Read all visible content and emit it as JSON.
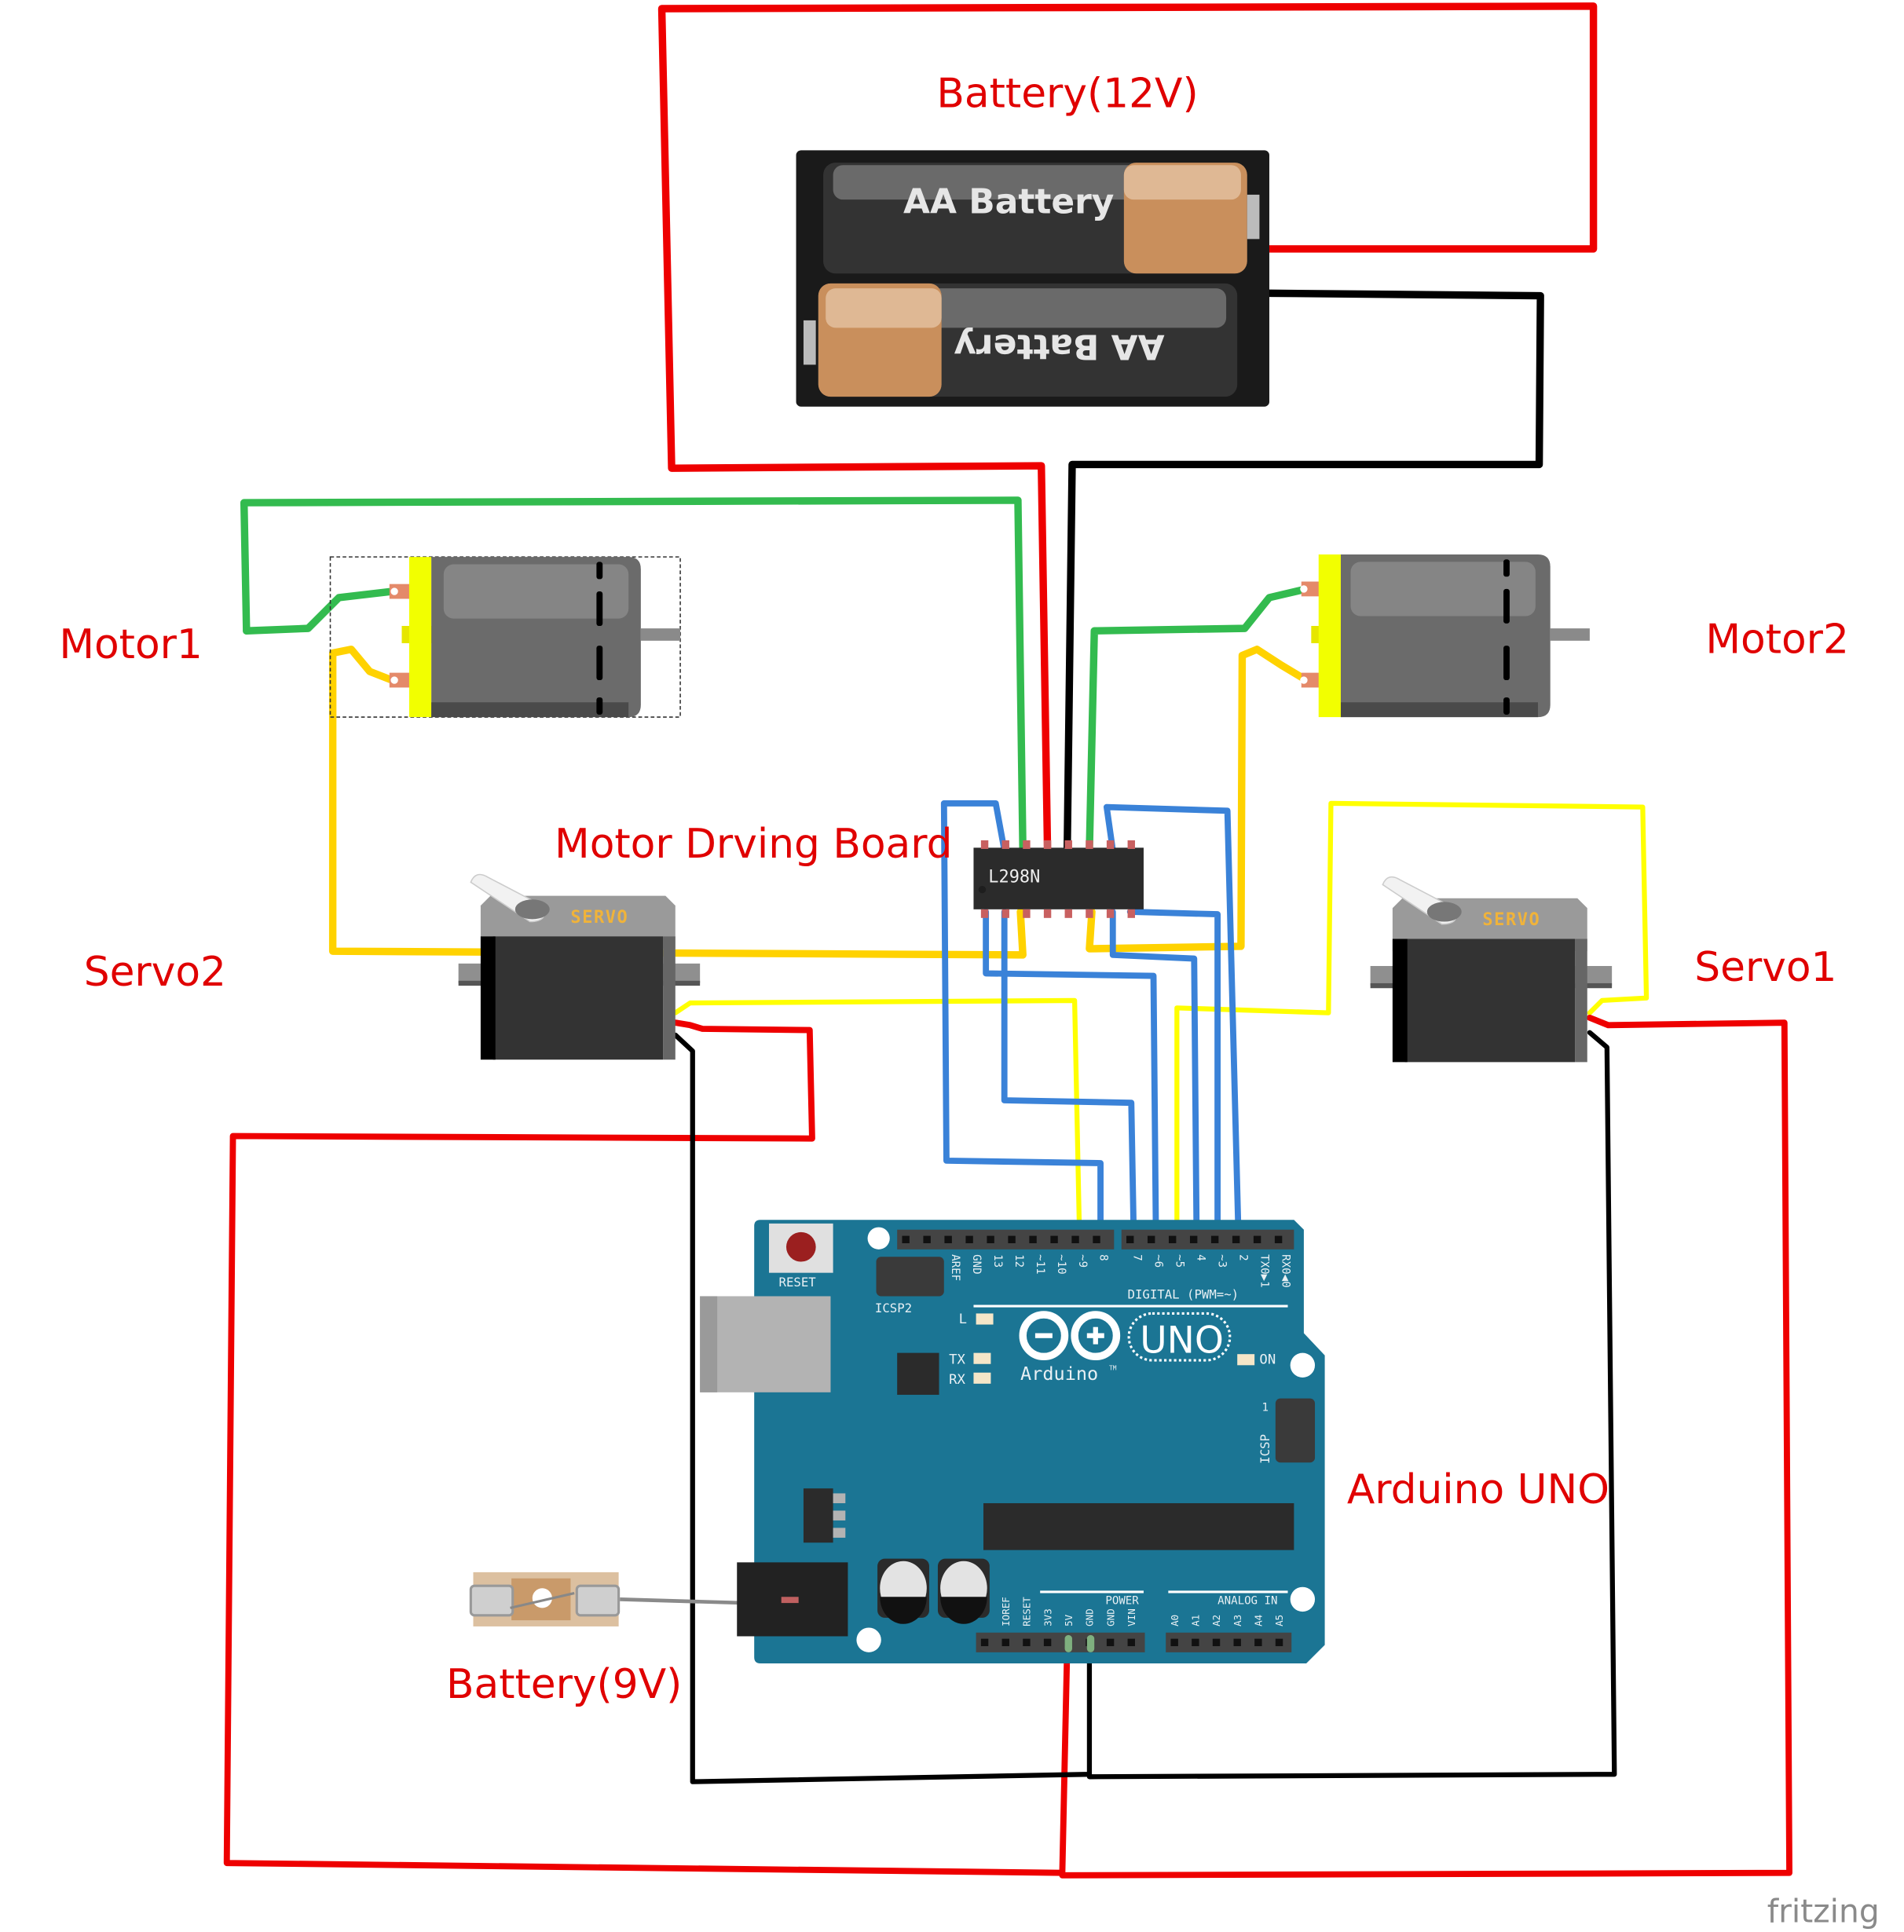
{
  "labels": {
    "battery_12v": "Battery(12V)",
    "motor1": "Motor1",
    "motor2": "Motor2",
    "motor_driving_board": "Motor Drving Board",
    "servo2": "Servo2",
    "servo1": "Servo1",
    "arduino_uno": "Arduino UNO",
    "battery_9v": "Battery(9V)"
  },
  "battery_pack": {
    "cell_top": "AA Battery",
    "cell_bottom": "AA Battery"
  },
  "servo": {
    "brand_text": "SERVO"
  },
  "driver_chip": {
    "part": "L298N"
  },
  "arduino": {
    "reset": "RESET",
    "icsp2": "ICSP2",
    "icsp": "ICSP",
    "icsp_pin1": "1",
    "digital_header_title": "DIGITAL (PWM=~)",
    "digital_pins": [
      "AREF",
      "GND",
      "13",
      "12",
      "~11",
      "~10",
      "~9",
      "8",
      "7",
      "~6",
      "~5",
      "4",
      "~3",
      "2",
      "TX0▶1",
      "RX0◀0"
    ],
    "led_l": "L",
    "led_tx": "TX",
    "led_rx": "RX",
    "led_on": "ON",
    "logo_text": "Arduino",
    "logo_tm": "TM",
    "model": "UNO",
    "power_title": "POWER",
    "power_pins": [
      "IOREF",
      "RESET",
      "3V3",
      "5V",
      "GND",
      "GND",
      "VIN"
    ],
    "analog_title": "ANALOG IN",
    "analog_pins": [
      "A0",
      "A1",
      "A2",
      "A3",
      "A4",
      "A5"
    ]
  },
  "watermark": "fritzing",
  "colors": {
    "label": "#e00000",
    "wire_red": "#ee0000",
    "wire_black": "#000000",
    "wire_green": "#33bb4f",
    "wire_yellow": "#ffd200",
    "wire_bright_yellow": "#ffff00",
    "wire_blue": "#3a82d8",
    "board_teal": "#1b7594",
    "servo_body": "#333333",
    "motor_body": "#6b6b6b"
  }
}
